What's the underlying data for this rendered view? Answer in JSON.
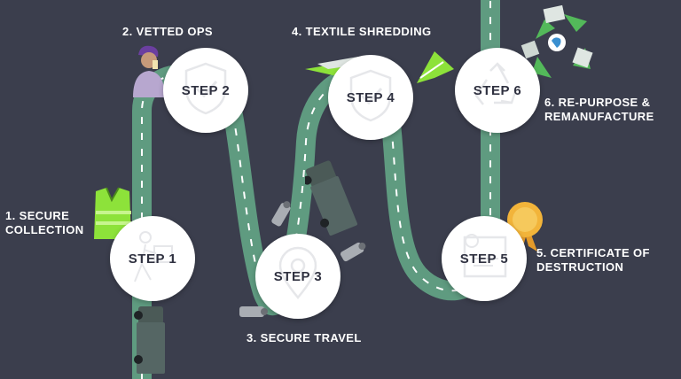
{
  "steps": [
    {
      "label": "STEP 1",
      "caption_lines": [
        "1. SECURE",
        "COLLECTION"
      ],
      "icon": "person-carrying-box-icon"
    },
    {
      "label": "STEP 2",
      "caption_lines": [
        "2. VETTED OPS"
      ],
      "icon": "shield-check-icon"
    },
    {
      "label": "STEP 3",
      "caption_lines": [
        "3. SECURE TRAVEL"
      ],
      "icon": "map-pin-icon"
    },
    {
      "label": "STEP 4",
      "caption_lines": [
        "4. TEXTILE SHREDDING"
      ],
      "icon": "shield-check-icon"
    },
    {
      "label": "STEP 5",
      "caption_lines": [
        "5. CERTIFICATE OF",
        "DESTRUCTION"
      ],
      "icon": "certificate-icon"
    },
    {
      "label": "STEP 6",
      "caption_lines": [
        "6. RE-PURPOSE &",
        "REMANUFACTURE"
      ],
      "icon": "recycle-icon"
    }
  ],
  "colors": {
    "background": "#3b3e4d",
    "road": "#5f9b80",
    "road_line": "#ffffff",
    "circle": "#ffffff",
    "step_text": "#2f3140",
    "caption_text": "#ffffff",
    "accent_green": "#8de23a",
    "accent_gold": "#f2b43a"
  }
}
